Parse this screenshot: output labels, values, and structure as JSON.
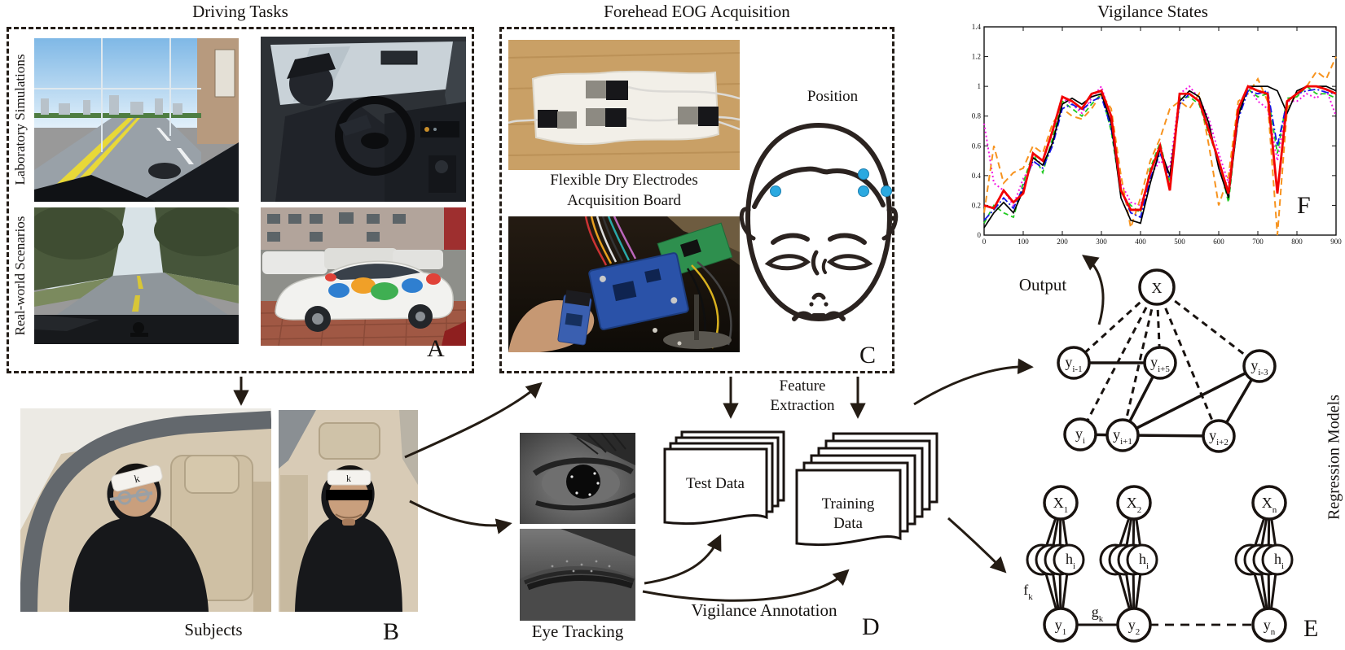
{
  "figure": {
    "panelA": {
      "title": "Driving Tasks",
      "corner_label": "A",
      "row_label_top": "Laboratory Simulations",
      "row_label_bottom": "Real-world Scenarios"
    },
    "panelB": {
      "caption": "Subjects",
      "corner_label": "B",
      "headband_logo": "k"
    },
    "panelC": {
      "title": "Forehead EOG Acquisition",
      "corner_label": "C",
      "caption_line1": "Flexible Dry Electrodes",
      "caption_line2": "Acquisition Board",
      "position_title": "Position",
      "electrode_color": "#2ba9e0"
    },
    "panelD": {
      "corner_label": "D",
      "feature_extraction_line1": "Feature",
      "feature_extraction_line2": "Extraction",
      "test_data": "Test Data",
      "training_line1": "Training",
      "training_line2": "Data",
      "vigilance_annotation": "Vigilance Annotation",
      "eye_tracking": "Eye Tracking"
    },
    "panelE": {
      "corner_label": "E",
      "side_label": "Regression Models",
      "output_label": "Output",
      "top_graph_nodes": {
        "x": {
          "base": "X",
          "sub": ""
        },
        "yim1": {
          "base": "y",
          "sub": "i-1"
        },
        "yip5": {
          "base": "y",
          "sub": "i+5"
        },
        "yim3": {
          "base": "y",
          "sub": "i-3"
        },
        "yi": {
          "base": "y",
          "sub": "i"
        },
        "yip1": {
          "base": "y",
          "sub": "i+1"
        },
        "yip2": {
          "base": "y",
          "sub": "i+2"
        }
      },
      "bottom_graph_nodes": {
        "x1": {
          "base": "X",
          "sub": "1"
        },
        "x2": {
          "base": "X",
          "sub": "2"
        },
        "xn": {
          "base": "X",
          "sub": "n"
        },
        "h1": {
          "base": "h",
          "sub": "i"
        },
        "h2": {
          "base": "h",
          "sub": "i"
        },
        "h3": {
          "base": "h",
          "sub": "i"
        },
        "y1": {
          "base": "y",
          "sub": "1"
        },
        "y2": {
          "base": "y",
          "sub": "2"
        },
        "yn": {
          "base": "y",
          "sub": "n"
        },
        "fk": {
          "base": "f",
          "sub": "k"
        },
        "gk": {
          "base": "g",
          "sub": "k"
        }
      }
    },
    "panelF": {
      "title": "Vigilance States",
      "corner_label": "F"
    }
  },
  "chart_data": {
    "type": "line",
    "title": "Vigilance States",
    "xlabel": "",
    "ylabel": "",
    "xlim": [
      0,
      900
    ],
    "ylim": [
      0,
      1.4
    ],
    "xticks": [
      0,
      100,
      200,
      300,
      400,
      500,
      600,
      700,
      800,
      900
    ],
    "yticks": [
      0,
      0.2,
      0.4,
      0.6,
      0.8,
      1,
      1.2,
      1.4
    ],
    "grid": false,
    "legend": "none",
    "x": [
      0,
      25,
      50,
      75,
      100,
      125,
      150,
      175,
      200,
      225,
      250,
      275,
      300,
      325,
      350,
      375,
      400,
      425,
      450,
      475,
      500,
      525,
      550,
      575,
      600,
      625,
      650,
      675,
      700,
      725,
      750,
      775,
      800,
      825,
      850,
      875,
      900
    ],
    "series": [
      {
        "name": "magenta-dotted",
        "color": "#f318e3",
        "style": "dotted",
        "width": 2.0,
        "values": [
          0.75,
          0.35,
          0.3,
          0.2,
          0.38,
          0.48,
          0.5,
          0.68,
          0.92,
          0.88,
          0.82,
          0.92,
          1.0,
          0.78,
          0.35,
          0.22,
          0.2,
          0.4,
          0.5,
          0.45,
          0.95,
          1.0,
          0.92,
          0.78,
          0.55,
          0.35,
          0.85,
          1.0,
          0.9,
          0.85,
          0.5,
          0.9,
          0.9,
          0.95,
          0.92,
          0.98,
          0.8
        ]
      },
      {
        "name": "orange-dashed",
        "color": "#f7931e",
        "style": "longdash",
        "width": 2.0,
        "values": [
          0.15,
          0.6,
          0.35,
          0.42,
          0.45,
          0.6,
          0.55,
          0.75,
          0.85,
          0.8,
          0.78,
          0.85,
          0.95,
          0.85,
          0.4,
          0.05,
          0.25,
          0.5,
          0.65,
          0.85,
          0.9,
          0.85,
          0.95,
          0.6,
          0.2,
          0.4,
          0.9,
          0.95,
          1.05,
          0.9,
          0.0,
          0.85,
          0.95,
          1.0,
          1.1,
          1.05,
          1.2
        ]
      },
      {
        "name": "green-dashed",
        "color": "#1fc91f",
        "style": "dashed",
        "width": 1.8,
        "values": [
          0.08,
          0.2,
          0.15,
          0.12,
          0.35,
          0.55,
          0.42,
          0.65,
          0.9,
          0.85,
          0.8,
          0.88,
          0.95,
          0.7,
          0.28,
          0.2,
          0.15,
          0.45,
          0.62,
          0.35,
          0.92,
          0.93,
          0.88,
          0.68,
          0.5,
          0.22,
          0.82,
          0.98,
          0.93,
          0.95,
          0.55,
          0.92,
          0.93,
          1.0,
          0.95,
          0.95,
          0.92
        ]
      },
      {
        "name": "blue-dashdot",
        "color": "#1414e8",
        "style": "dashdot",
        "width": 1.8,
        "values": [
          0.1,
          0.17,
          0.25,
          0.18,
          0.32,
          0.5,
          0.45,
          0.6,
          0.85,
          0.88,
          0.84,
          0.9,
          0.93,
          0.72,
          0.3,
          0.15,
          0.12,
          0.38,
          0.55,
          0.38,
          0.88,
          0.95,
          0.9,
          0.72,
          0.48,
          0.3,
          0.78,
          0.97,
          0.95,
          0.97,
          0.6,
          0.9,
          0.95,
          0.97,
          0.98,
          0.96,
          0.95
        ]
      },
      {
        "name": "black-solid",
        "color": "#000000",
        "style": "solid",
        "width": 1.7,
        "values": [
          0.05,
          0.15,
          0.22,
          0.15,
          0.3,
          0.52,
          0.47,
          0.62,
          0.88,
          0.92,
          0.88,
          0.93,
          0.95,
          0.75,
          0.25,
          0.1,
          0.08,
          0.35,
          0.58,
          0.4,
          0.9,
          0.97,
          0.93,
          0.75,
          0.45,
          0.25,
          0.8,
          1.0,
          1.0,
          1.0,
          0.97,
          0.82,
          0.97,
          1.0,
          1.0,
          1.0,
          0.97
        ]
      },
      {
        "name": "red-solid",
        "color": "#f20000",
        "style": "solid",
        "width": 2.8,
        "values": [
          0.2,
          0.18,
          0.3,
          0.22,
          0.28,
          0.55,
          0.5,
          0.7,
          0.93,
          0.9,
          0.85,
          0.95,
          0.97,
          0.8,
          0.3,
          0.17,
          0.17,
          0.42,
          0.6,
          0.3,
          0.95,
          0.95,
          0.9,
          0.7,
          0.5,
          0.28,
          0.85,
          1.0,
          0.97,
          0.95,
          0.28,
          0.9,
          0.95,
          1.0,
          1.0,
          0.98,
          0.95
        ]
      }
    ]
  }
}
